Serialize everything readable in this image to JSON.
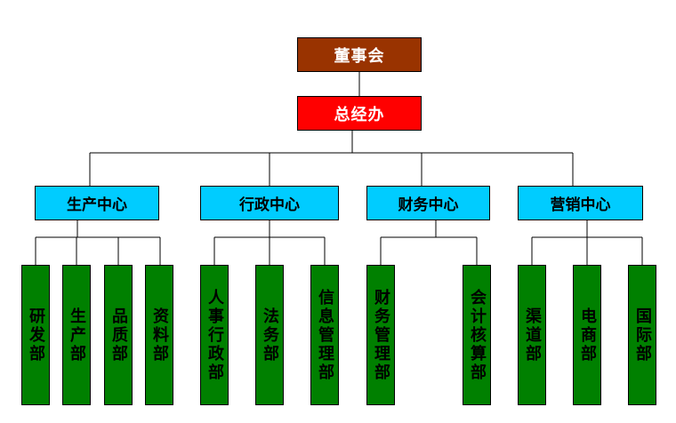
{
  "org_chart": {
    "board": {
      "label": "董事会",
      "color": "#993300"
    },
    "executive_office": {
      "label": "总经办",
      "color": "#FF0000"
    },
    "center_color": "#00CCFF",
    "department_color": "#008000",
    "centers": [
      {
        "label": "生产中心",
        "departments": [
          "研发部",
          "生产部",
          "品质部",
          "资料部"
        ]
      },
      {
        "label": "行政中心",
        "departments": [
          "人事行政部",
          "法务部",
          "信息管理部"
        ]
      },
      {
        "label": "财务中心",
        "departments": [
          "财务管理部",
          "会计核算部"
        ]
      },
      {
        "label": "营销中心",
        "departments": [
          "渠道部",
          "电商部",
          "国际部"
        ]
      }
    ]
  }
}
